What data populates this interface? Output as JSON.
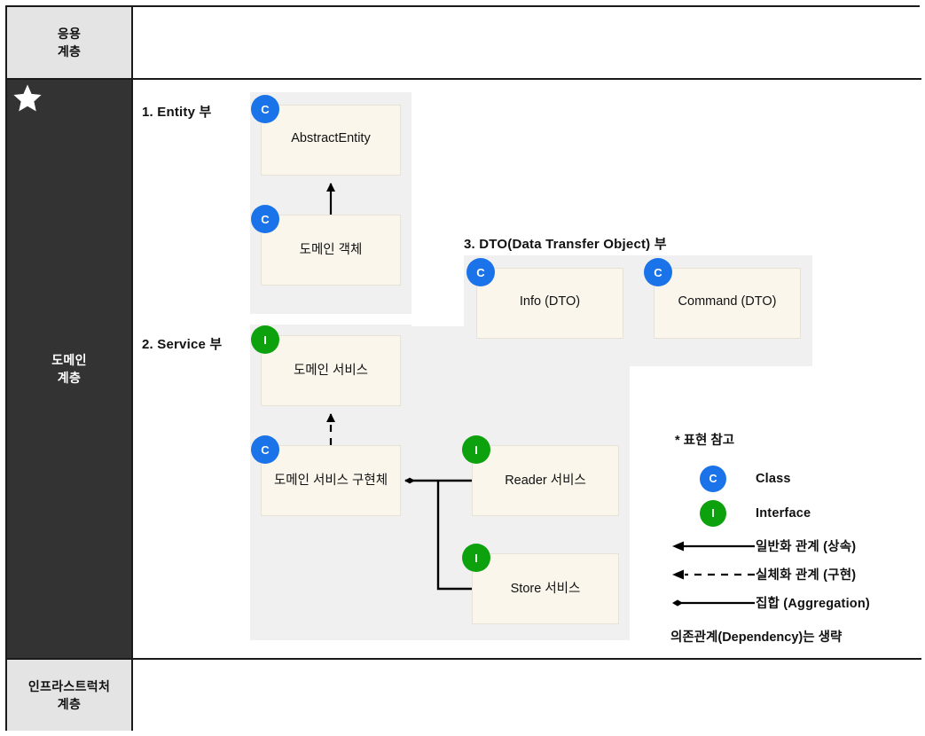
{
  "layers": [
    {
      "id": "application",
      "label": "응용\n계층",
      "label_lines": [
        "응용",
        "계층"
      ],
      "bg": "#e4e4e4"
    },
    {
      "id": "domain",
      "label": "도메인\n계층",
      "label_lines": [
        "도메인",
        "계층"
      ],
      "bg": "#333333",
      "marker": "star-icon"
    },
    {
      "id": "infrastructure",
      "label": "인프라스트럭처\n계층",
      "label_lines": [
        "인프라스트럭처",
        "계층"
      ],
      "bg": "#e4e4e4"
    }
  ],
  "sections": {
    "entity": {
      "caption": "1. Entity 부"
    },
    "service": {
      "caption": "2. Service 부"
    },
    "dto": {
      "caption": "3. DTO(Data Transfer Object) 부"
    }
  },
  "nodes": {
    "abstract_entity": {
      "label": "AbstractEntity",
      "stereotype": "C",
      "kind": "class"
    },
    "domain_object": {
      "label": "도메인 객체",
      "stereotype": "C",
      "kind": "class"
    },
    "domain_service": {
      "label": "도메인 서비스",
      "stereotype": "I",
      "kind": "interface"
    },
    "domain_service_impl": {
      "label": "도메인 서비스 구현체",
      "stereotype": "C",
      "kind": "class"
    },
    "reader_service": {
      "label": "Reader 서비스",
      "stereotype": "I",
      "kind": "interface"
    },
    "store_service": {
      "label": "Store 서비스",
      "stereotype": "I",
      "kind": "interface"
    },
    "info_dto": {
      "label": "Info (DTO)",
      "stereotype": "C",
      "kind": "class"
    },
    "command_dto": {
      "label": "Command (DTO)",
      "stereotype": "C",
      "kind": "class"
    }
  },
  "legend": {
    "title": "* 표현 참고",
    "items": [
      {
        "symbol": "class-badge",
        "badge": "C",
        "label": "Class"
      },
      {
        "symbol": "interface-badge",
        "badge": "I",
        "label": "Interface"
      },
      {
        "symbol": "solid-arrow",
        "label": "일반화 관계 (상속)"
      },
      {
        "symbol": "dashed-arrow",
        "label": "실체화 관계 (구현)"
      },
      {
        "symbol": "diamond-line",
        "label": "집합 (Aggregation)"
      }
    ],
    "note": "의존관계(Dependency)는 생략"
  },
  "colors": {
    "class_badge": "#1a73e8",
    "interface_badge": "#0da10d",
    "node_bg": "#faf6ec",
    "group_bg": "#f0f0f0",
    "layer_dark": "#333333",
    "layer_light": "#e4e4e4",
    "line": "#000000"
  }
}
